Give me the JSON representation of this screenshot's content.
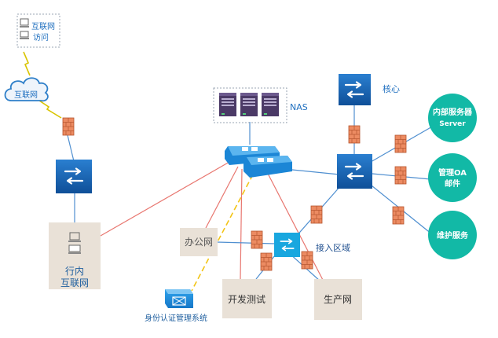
{
  "labels": {
    "internet_access_line1": "互联网",
    "internet_access_line2": "访问",
    "internet_cloud": "互联网",
    "nas": "NAS",
    "core": "核心",
    "internal_server_line1": "内部服务器",
    "internal_server_line2": "Server",
    "mail_line1": "管理OA",
    "mail_line2": "邮件",
    "maintenance": "维护服务",
    "office_net": "办公网",
    "access_zone": "接入区域",
    "internal_internet_line1": "行内",
    "internal_internet_line2": "互联网",
    "dev_test": "开发测试",
    "production_net": "生产网",
    "auth_system": "身份认证管理系统"
  },
  "colors": {
    "switch_blue": "#1565b8",
    "access_switch_cyan": "#19a7df",
    "firewall": "#e87e54",
    "red_link": "#e8766f",
    "blue_link": "#4f8fd0",
    "dashed_link": "#f2c416",
    "panel": "#e9e1d7",
    "pill_green": "#12b9a6"
  },
  "icons": {
    "switch": "switch-icon",
    "firewall": "firewall-icon",
    "server": "server-icon",
    "computer": "computer-icon",
    "cloud": "cloud-icon",
    "lightning": "lightning-icon"
  }
}
